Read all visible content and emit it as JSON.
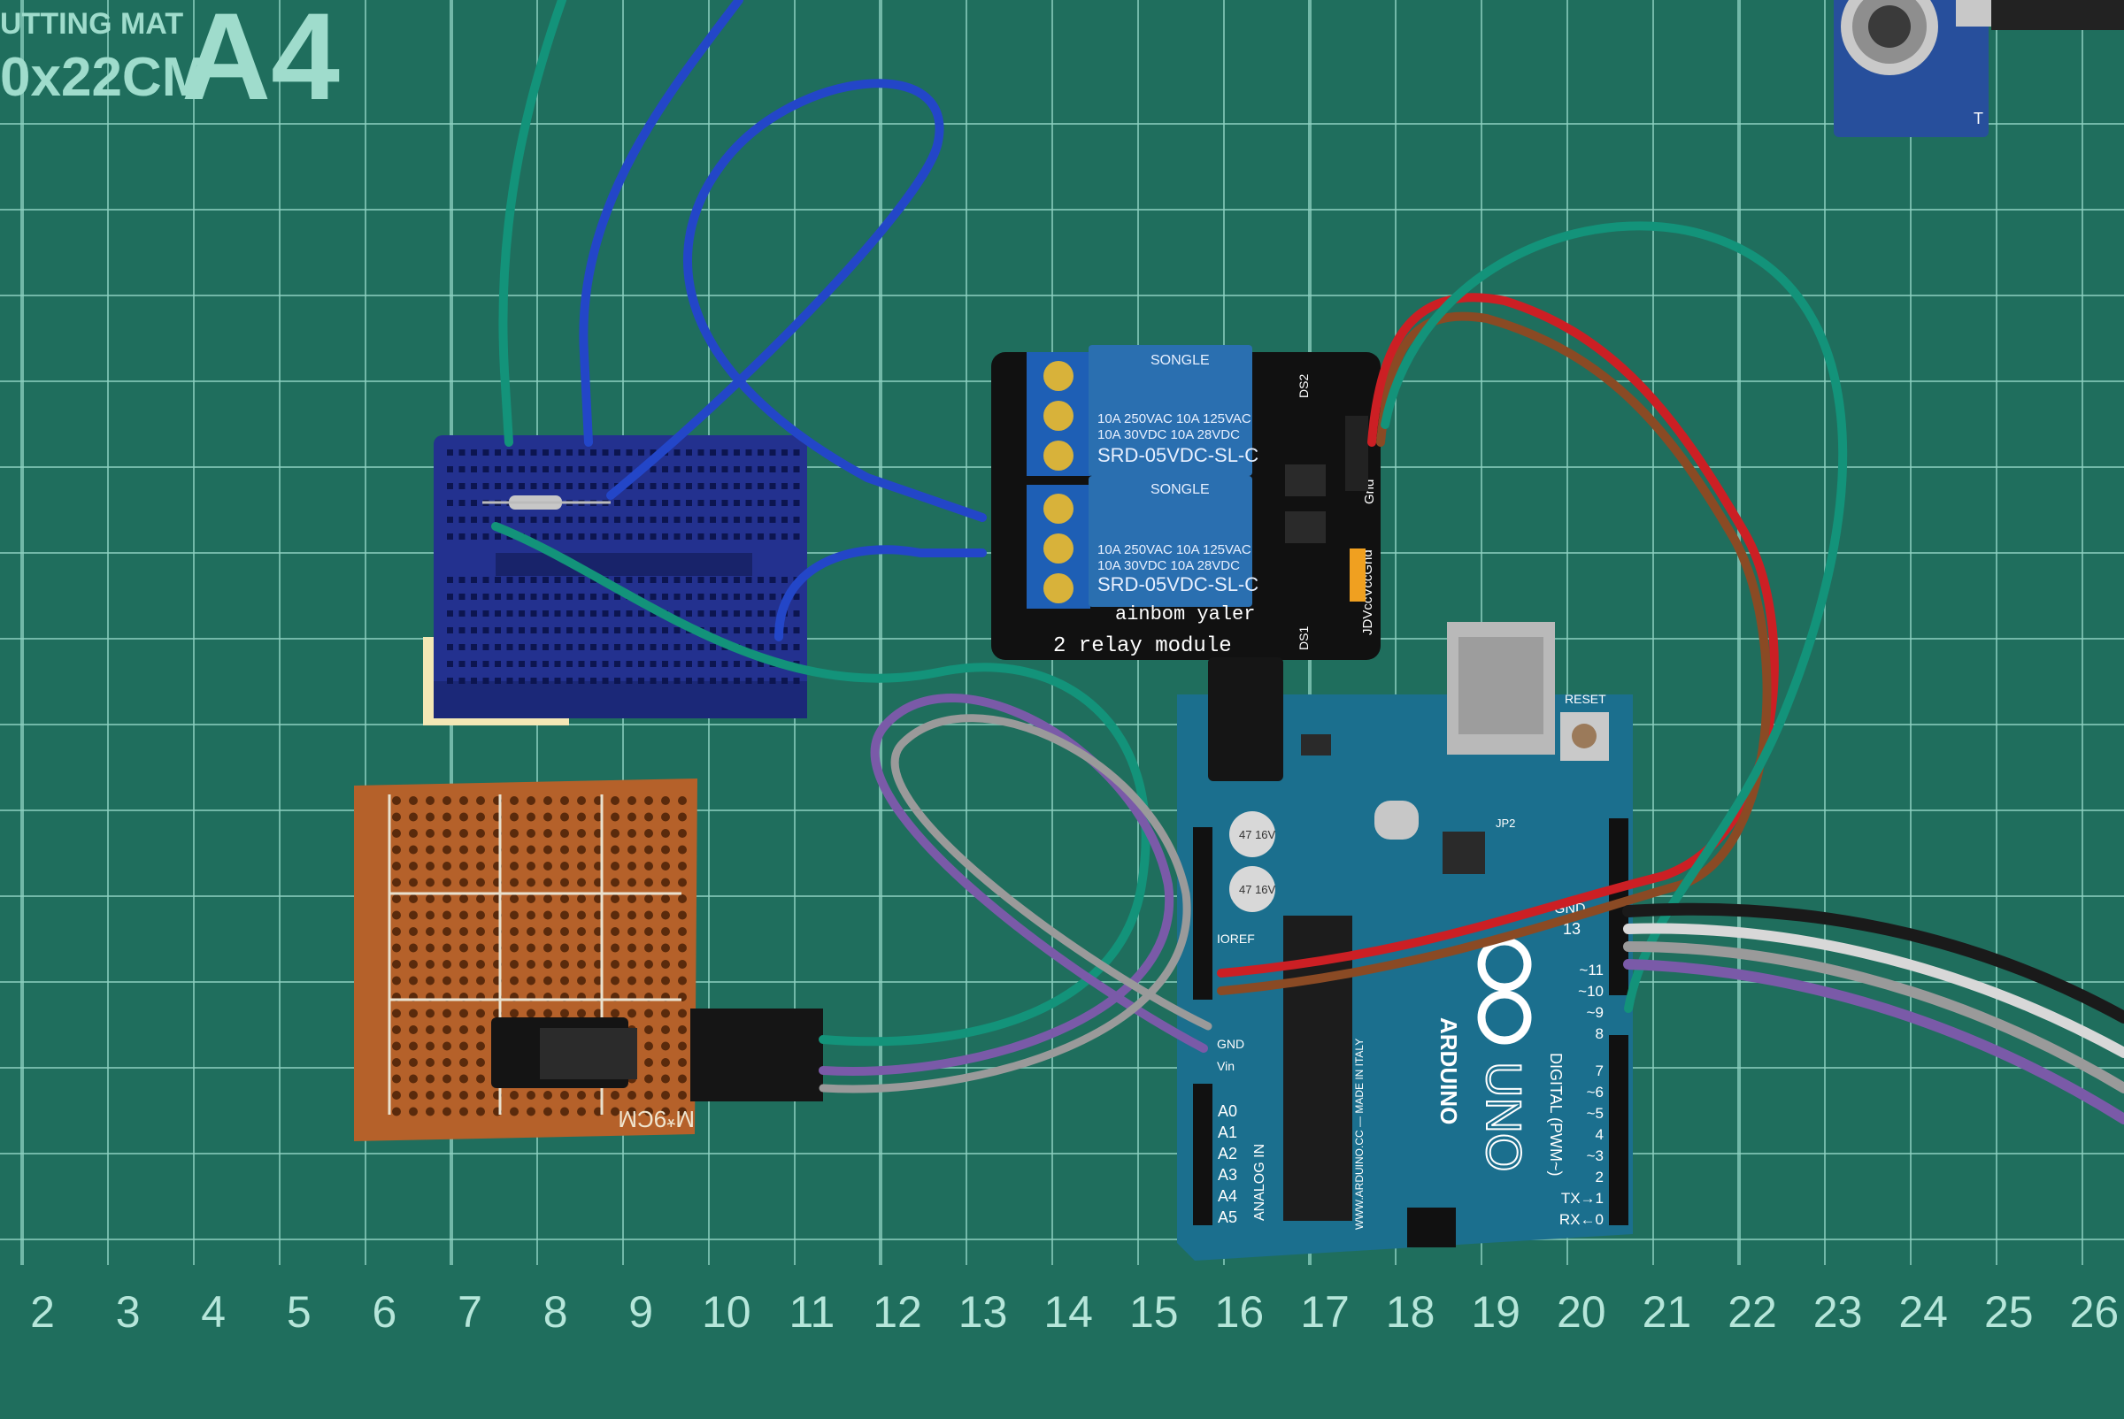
{
  "mat": {
    "brand_text": "UTTING MAT",
    "size_text": "0x22CM",
    "format_text": "A4",
    "ruler_numbers": [
      "2",
      "3",
      "4",
      "5",
      "6",
      "7",
      "8",
      "9",
      "10",
      "11",
      "12",
      "13",
      "14",
      "15",
      "16",
      "17",
      "18",
      "19",
      "20",
      "21",
      "22",
      "23",
      "24",
      "25",
      "26"
    ]
  },
  "relay_module": {
    "relay1_brand": "SONGLE",
    "relay1_line1": "10A 250VAC  10A 125VAC",
    "relay1_line2": "10A 30VDC   10A 28VDC",
    "relay1_model": "SRD-05VDC-SL-C",
    "relay2_brand": "SONGLE",
    "relay2_line1": "10A 250VAC  10A 125VAC",
    "relay2_line2": "10A 30VDC   10A 28VDC",
    "relay2_model": "SRD-05VDC-SL-C",
    "silkscreen_mirrored": "ainbom yaler",
    "silkscreen": "2 relay module",
    "pin_labels": "JDVccVccGnd",
    "gnd_label": "Gnd",
    "ds1": "DS1",
    "ds2": "DS2"
  },
  "arduino": {
    "reset_label": "RESET",
    "jp2_label": "JP2",
    "ioref_label": "IOREF",
    "gnd_label": "GND",
    "vin_label": "Vin",
    "analog_pins": [
      "A0",
      "A1",
      "A2",
      "A3",
      "A4",
      "A5"
    ],
    "analog_label": "ANALOG IN",
    "board_name": "ARDUINO",
    "model": "UNO",
    "digital_label": "DIGITAL (PWM~)",
    "pin_13": "13",
    "pin_gnd": "GND",
    "digital_pins": [
      "~11",
      "~10",
      "~9",
      "8",
      "7",
      "~6",
      "~5",
      "4",
      "~3",
      "2",
      "TX→1",
      "RX←0"
    ],
    "url_text": "WWW.ARDUINO.CC — MADE IN ITALY",
    "cap1": "47 16V",
    "cap2": "47 16V"
  },
  "perfboard": {
    "label": "M*9CM"
  },
  "sensor": {
    "pin_label": "T"
  },
  "colors": {
    "mat": "#1f6e5d",
    "grid": "#8fd1c2",
    "relay_board": "#111111",
    "relay_body": "#2a6fb0",
    "arduino": "#1b6f8e",
    "breadboard": "#23318f",
    "perfboard": "#b5612a",
    "wire_green": "#13937a",
    "wire_blue": "#2346c8",
    "wire_red": "#cc1f24",
    "wire_brown": "#8a4a24",
    "wire_purple": "#7a5aa8",
    "wire_grey": "#9a9a9a"
  }
}
